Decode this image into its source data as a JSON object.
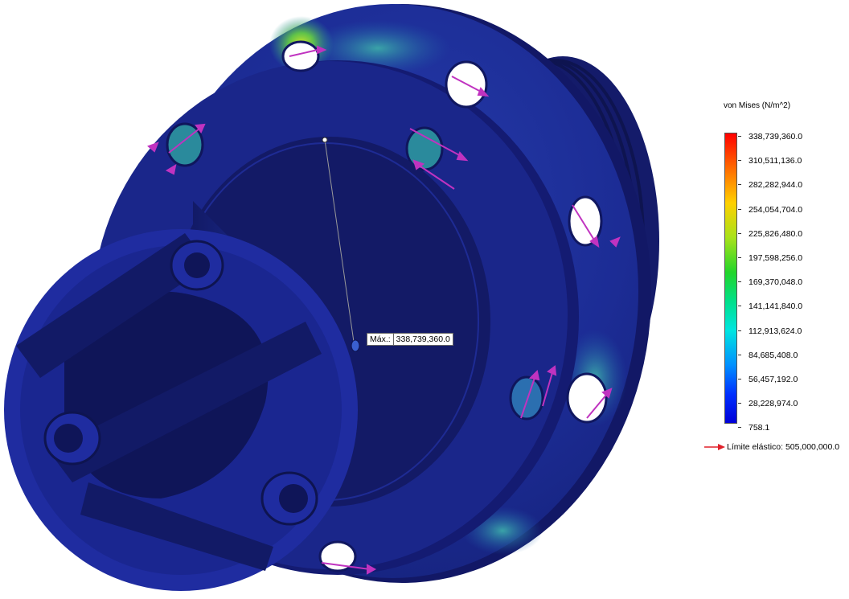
{
  "legend": {
    "title": "von Mises (N/m^2)",
    "ticks": [
      "338,739,360.0",
      "310,511,136.0",
      "282,282,944.0",
      "254,054,704.0",
      "225,826,480.0",
      "197,598,256.0",
      "169,370,048.0",
      "141,141,840.0",
      "112,913,624.0",
      "84,685,408.0",
      "56,457,192.0",
      "28,228,974.0",
      "758.1"
    ],
    "yield_label": "Límite elástico: 505,000,000.0",
    "yield_arrow_color": "#e0202a"
  },
  "probe": {
    "label": "Máx.:",
    "value": "338,739,360.0"
  },
  "colors": {
    "model_dark": "#141a6e",
    "model_mid": "#1e2a9a",
    "load_arrow": "#c033c0",
    "hot_spot": "#8fd12f"
  }
}
